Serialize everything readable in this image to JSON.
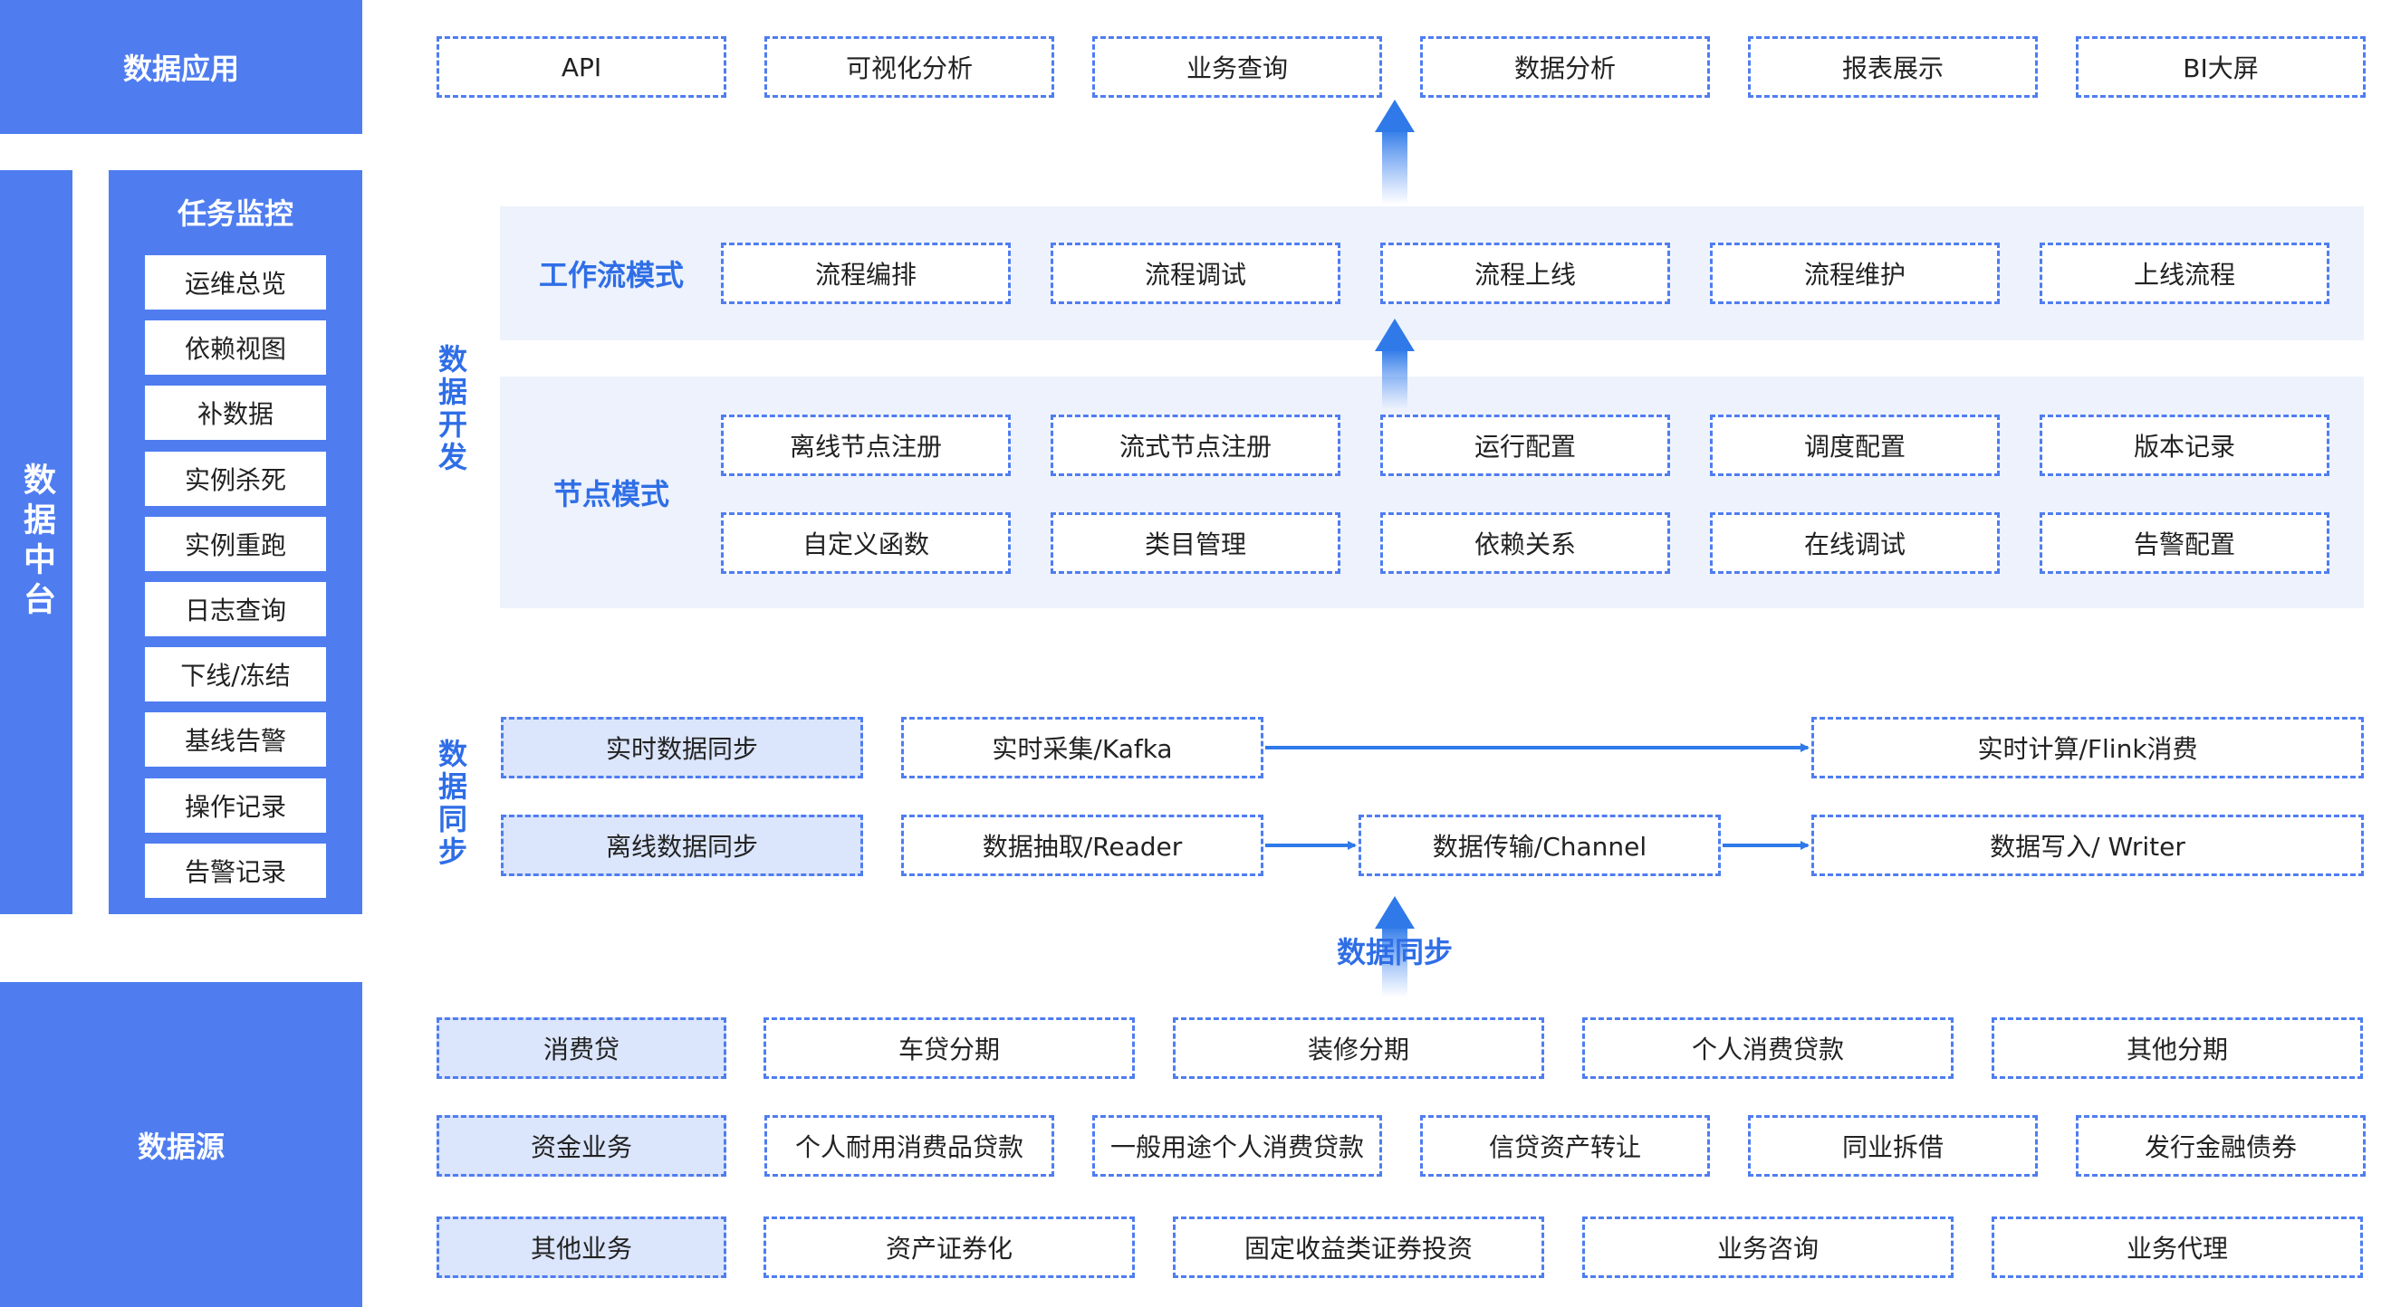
{
  "layers": {
    "apps": "数据应用",
    "platform": "数据中台",
    "sources": "数据源"
  },
  "monitor": {
    "title": "任务监控",
    "items": [
      "运维总览",
      "依赖视图",
      "补数据",
      "实例杀死",
      "实例重跑",
      "日志查询",
      "下线/冻结",
      "基线告警",
      "操作记录",
      "告警记录"
    ]
  },
  "apps": {
    "items": [
      "API",
      "可视化分析",
      "业务查询",
      "数据分析",
      "报表展示",
      "BI大屏"
    ]
  },
  "dev": {
    "label": "数据开发",
    "workflow": {
      "label": "工作流模式",
      "items": [
        "流程编排",
        "流程调试",
        "流程上线",
        "流程维护",
        "上线流程"
      ]
    },
    "node": {
      "label": "节点模式",
      "row1": [
        "离线节点注册",
        "流式节点注册",
        "运行配置",
        "调度配置",
        "版本记录"
      ],
      "row2": [
        "自定义函数",
        "类目管理",
        "依赖关系",
        "在线调试",
        "告警配置"
      ]
    }
  },
  "sync": {
    "label": "数据同步",
    "realtime": {
      "label": "实时数据同步",
      "collect": "实时采集/Kafka",
      "compute": "实时计算/Flink消费"
    },
    "offline": {
      "label": "离线数据同步",
      "read": "数据抽取/Reader",
      "channel": "数据传输/Channel",
      "write": "数据写入/ Writer"
    },
    "flow_label": "数据同步"
  },
  "sources": {
    "row1": [
      "消费贷",
      "车贷分期",
      "装修分期",
      "个人消费贷款",
      "其他分期"
    ],
    "row2": [
      "资金业务",
      "个人耐用消费品贷款",
      "一般用途个人消费贷款",
      "信贷资产转让",
      "同业拆借",
      "发行金融债券"
    ],
    "row3": [
      "其他业务",
      "资产证券化",
      "固定收益类证券投资",
      "业务咨询",
      "业务代理"
    ]
  },
  "colors": {
    "accent": "#4f7df0",
    "label_blue": "#2f6ee6",
    "panel_bg": "#edf2fc",
    "highlight_bg": "#dbe5fb"
  }
}
